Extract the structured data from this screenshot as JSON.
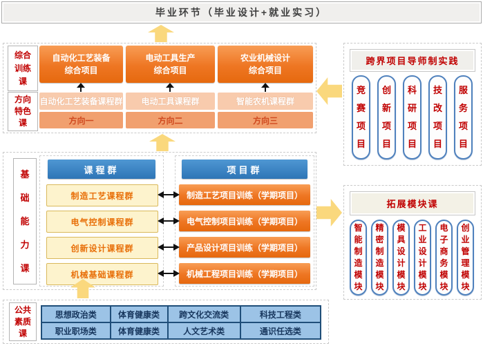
{
  "graduation_bar": {
    "title": "毕业环节（毕业设计+就业实习）"
  },
  "training_section": {
    "label": "综合训练课",
    "direction_label": "方向特色课",
    "columns": [
      {
        "project": "自动化工艺装备\n综合项目",
        "course_group": "自动化工艺装备课程群",
        "direction": "方向一"
      },
      {
        "project": "电动工具生产\n综合项目",
        "course_group": "电动工具课程群",
        "direction": "方向二"
      },
      {
        "project": "农业机械设计\n综合项目",
        "course_group": "智能农机课程群",
        "direction": "方向三"
      }
    ]
  },
  "mentor_section": {
    "title": "跨界项目导师制实践",
    "pills": [
      "竞赛项目",
      "创新项目",
      "科研项目",
      "技改项目",
      "服务项目"
    ]
  },
  "foundation_section": {
    "label": "基础能力课",
    "course_header": "课程群",
    "project_header": "项目群",
    "course_groups": [
      "制造工艺课程群",
      "电气控制课程群",
      "创新设计课程群",
      "机械基础课程群"
    ],
    "project_items": [
      "制造工艺项目训练（学期项目）",
      "电气控制项目训练（学期项目）",
      "产品设计项目训练（学期项目）",
      "机械工程项目训练（学期项目）"
    ]
  },
  "module_section": {
    "title": "拓展模块课",
    "pills": [
      "智能制造模块",
      "精密制造模块",
      "模具设计模块",
      "工业设计模块",
      "电子商务模块",
      "创业管理模块"
    ]
  },
  "quality_section": {
    "label": "公共素质课",
    "rows": [
      [
        "思想政治类",
        "体育健康类",
        "跨文化交流类",
        "科技工程类"
      ],
      [
        "职业职场类",
        "体育健康类",
        "人文艺术类",
        "通识任选类"
      ]
    ]
  },
  "colors": {
    "accent_orange": "#ee7623",
    "accent_blue": "#2e75b6",
    "accent_red": "#c00000",
    "arrow_beige": "#fad87d",
    "cell_blue": "#9cc3e6"
  }
}
